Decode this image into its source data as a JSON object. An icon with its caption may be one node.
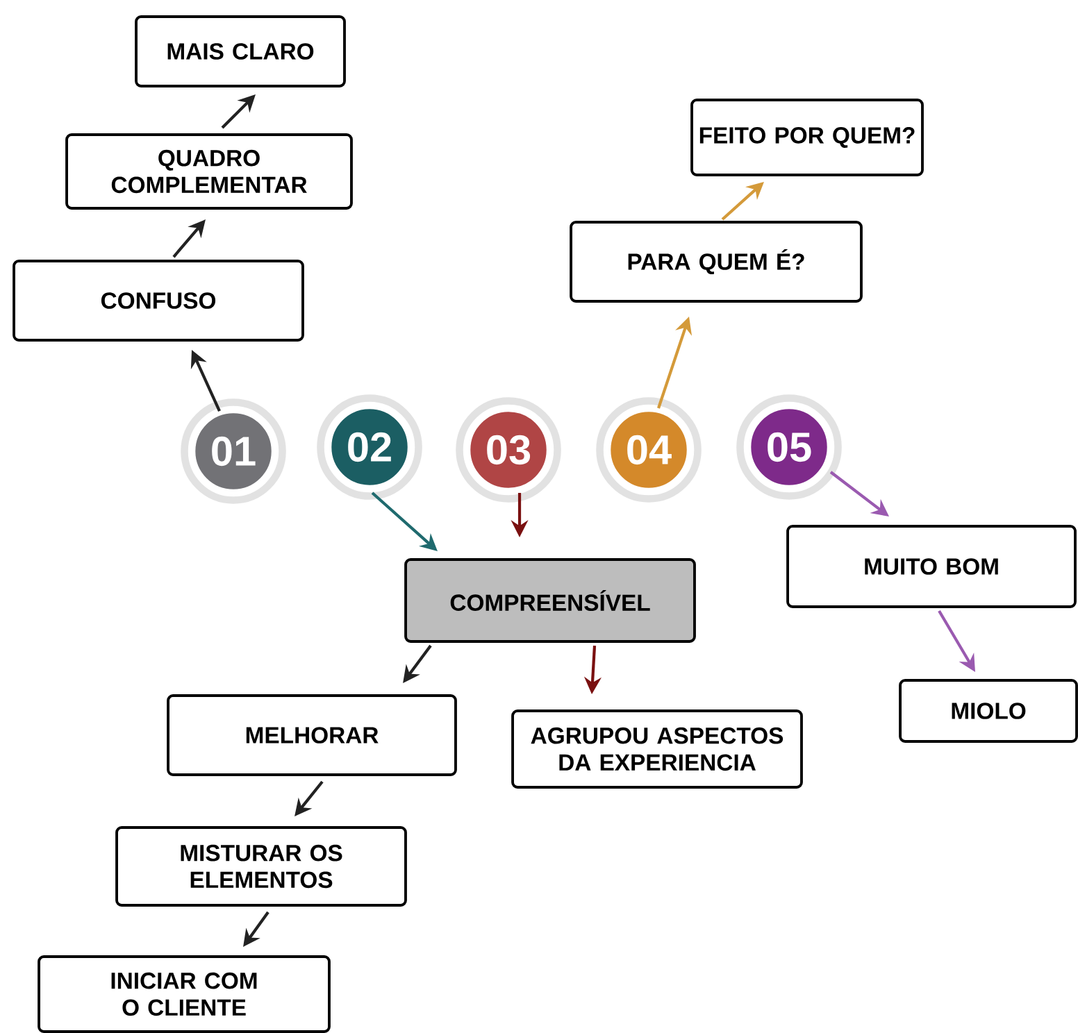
{
  "diagram": {
    "nodes": [
      {
        "text": [
          "MAIS CLARO"
        ]
      },
      {
        "text": [
          "QUADRO COMPLEMENTAR"
        ]
      },
      {
        "text": [
          "CONFUSO"
        ]
      },
      {
        "text": [
          "FEITO POR QUEM?"
        ]
      },
      {
        "text": [
          "PARA QUEM É?"
        ]
      },
      {
        "text": [
          "01"
        ]
      },
      {
        "text": [
          "02"
        ]
      },
      {
        "text": [
          "03"
        ]
      },
      {
        "text": [
          "04"
        ]
      },
      {
        "text": [
          "05"
        ]
      },
      {
        "text": [
          "COMPREENSÍVEL"
        ]
      },
      {
        "text": [
          "MUITO BOM"
        ]
      },
      {
        "text": [
          "MELHORAR"
        ]
      },
      {
        "text": [
          "AGRUPOU ASPECTOS DA EXPERIENCIA"
        ]
      },
      {
        "text": [
          "MIOLO"
        ]
      },
      {
        "text": [
          "MISTURAR OS ELEMENTOS"
        ]
      },
      {
        "text": [
          "INICIAR COM O CLIENTE"
        ]
      }
    ],
    "edges": [
      {
        "from": 5,
        "to": 2,
        "arrow": "to"
      },
      {
        "from": 2,
        "to": 1,
        "arrow": "to"
      },
      {
        "from": 1,
        "to": 0,
        "arrow": "to"
      },
      {
        "from": 8,
        "to": 4,
        "arrow": "to",
        "color": "#d49a3a"
      },
      {
        "from": 4,
        "to": 3,
        "arrow": "to",
        "color": "#d49a3a"
      },
      {
        "from": 6,
        "to": 10,
        "arrow": "to",
        "color": "#1f6a6e"
      },
      {
        "from": 7,
        "to": 10,
        "arrow": "to",
        "color": "#7a1010"
      },
      {
        "from": 9,
        "to": 11,
        "arrow": "to",
        "color": "#9a5ab0"
      },
      {
        "from": 11,
        "to": 14,
        "arrow": "to",
        "color": "#9a5ab0"
      },
      {
        "from": 10,
        "to": 12,
        "arrow": "to"
      },
      {
        "from": 10,
        "to": 13,
        "arrow": "to",
        "color": "#7a1010"
      },
      {
        "from": 12,
        "to": 15,
        "arrow": "to"
      },
      {
        "from": 15,
        "to": 16,
        "arrow": "to"
      }
    ]
  }
}
